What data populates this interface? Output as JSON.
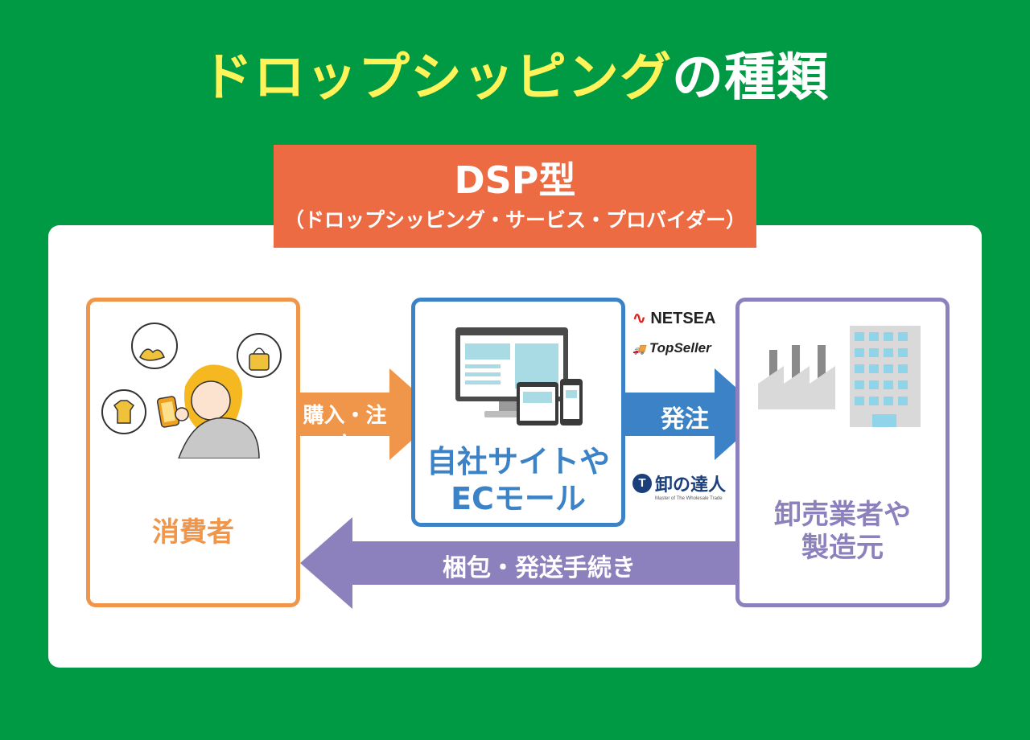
{
  "title": {
    "highlight": "ドロップシッピング",
    "rest": "の種類"
  },
  "banner": {
    "main": "DSP型",
    "sub": "（ドロップシッピング・サービス・プロバイダー）"
  },
  "nodes": {
    "consumer": "消費者",
    "ec_line1": "自社サイトや",
    "ec_line2": "ECモール",
    "supplier_line1": "卸売業者や",
    "supplier_line2": "製造元"
  },
  "arrows": {
    "purchase": "購入・注文",
    "order": "発注",
    "shipping": "梱包・発送手続き"
  },
  "brands": {
    "netsea": "NETSEA",
    "topseller": "TopSeller",
    "oroshi": "卸の達人",
    "oroshi_sub": "Master of The Wholesale Trade"
  },
  "colors": {
    "background": "#009a44",
    "title_highlight": "#fff35a",
    "banner": "#ed6b43",
    "consumer": "#f0964b",
    "ec": "#3b82c6",
    "supplier": "#8c80bd"
  }
}
